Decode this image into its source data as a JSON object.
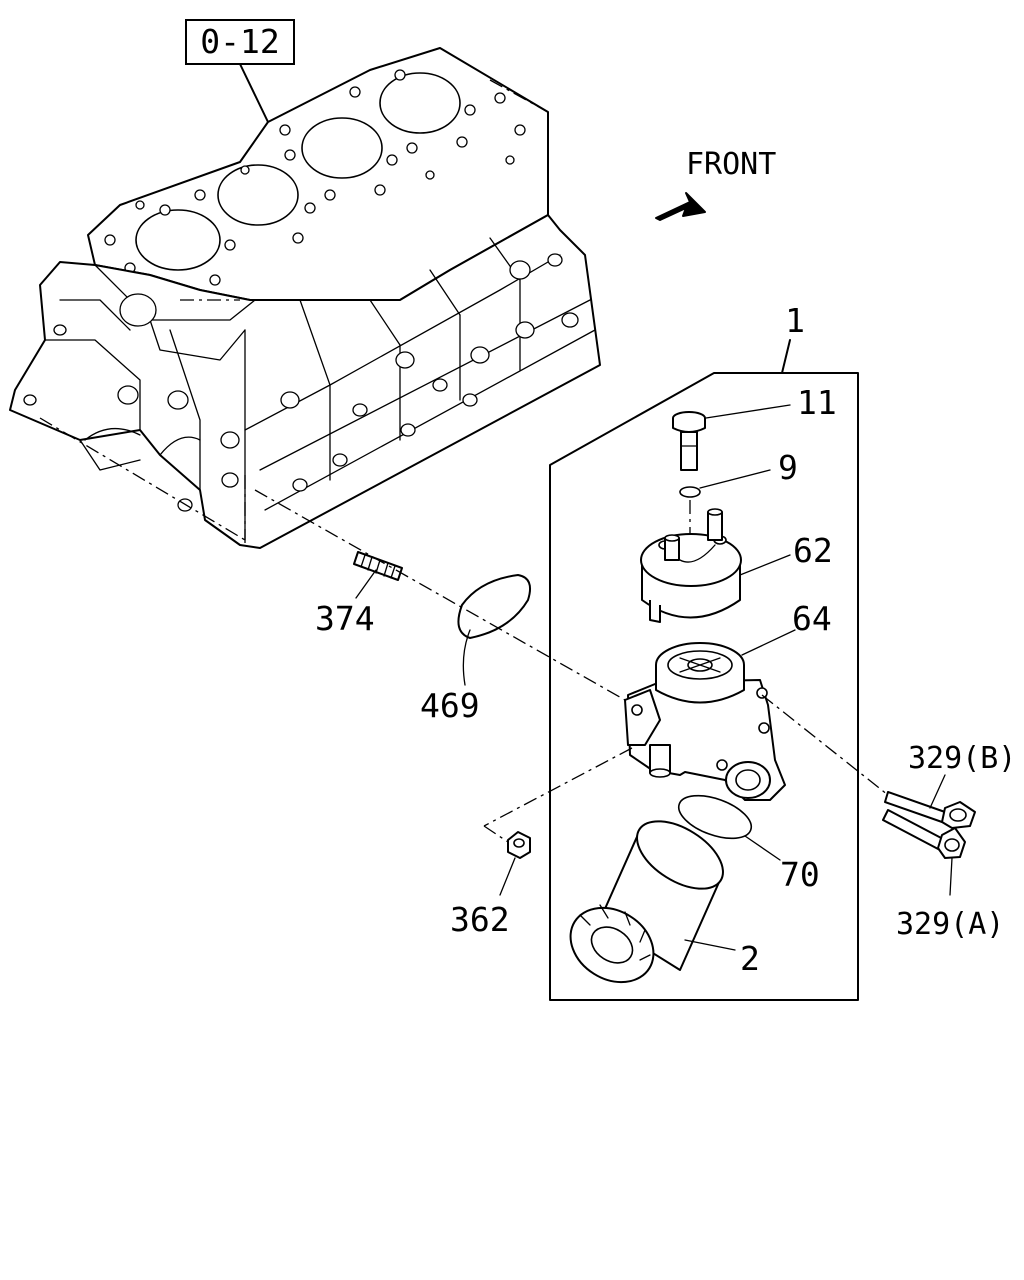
{
  "reference_box": "0-12",
  "front_label": "FRONT",
  "callouts": {
    "c1": "1",
    "c11": "11",
    "c9": "9",
    "c62": "62",
    "c64": "64",
    "c374": "374",
    "c469": "469",
    "c329b": "329(B)",
    "c329a": "329(A)",
    "c362": "362",
    "c70": "70",
    "c2": "2"
  }
}
